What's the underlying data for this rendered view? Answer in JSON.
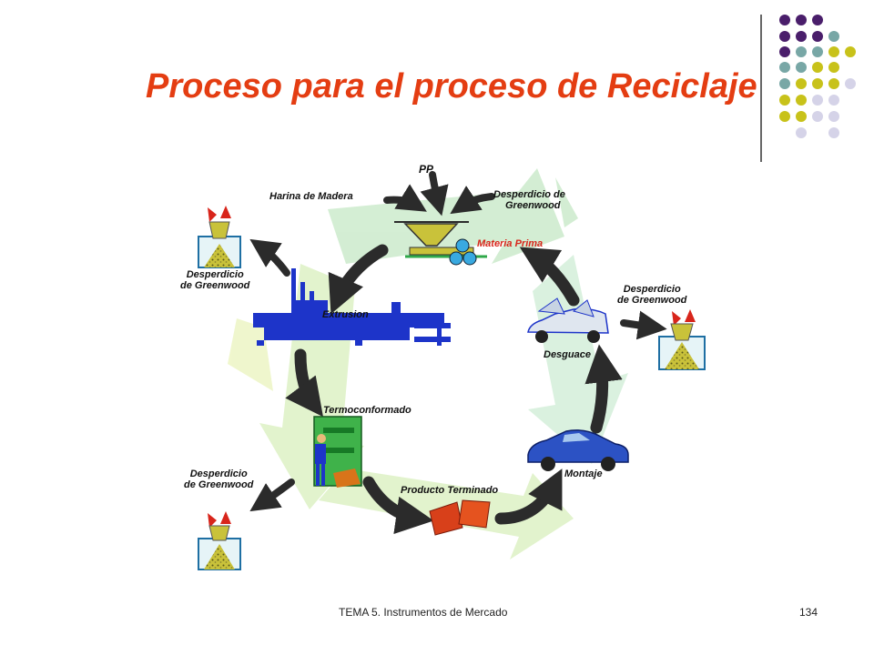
{
  "slide": {
    "title": "Proceso para el proceso de Reciclaje",
    "footer_text": "TEMA 5. Instrumentos de Mercado",
    "page_number": "134"
  },
  "diagram": {
    "labels": {
      "pp": "PP",
      "harina": "Harina de Madera",
      "desperdicio_input_1": "Desperdicio de",
      "desperdicio_input_2": "Greenwood",
      "materia_prima": "Materia Prima",
      "extrusion": "Extrusion",
      "termoconformado": "Termoconformado",
      "producto_terminado": "Producto Terminado",
      "montaje": "Montaje",
      "desguace": "Desguace",
      "waste_line1": "Desperdicio",
      "waste_line2": "de Greenwood"
    }
  },
  "colors": {
    "title": "#e43d12",
    "dot_purple": "#4a1e6b",
    "dot_teal": "#78a7a6",
    "dot_yellow": "#c8c21a",
    "dot_lavender": "#d5d3e8",
    "recycle_green": "#cfeccf",
    "machine_blue": "#1d34c9",
    "thermo_green": "#3fb24a",
    "product_red": "#d8401a",
    "car_blue": "#2c52c4"
  }
}
